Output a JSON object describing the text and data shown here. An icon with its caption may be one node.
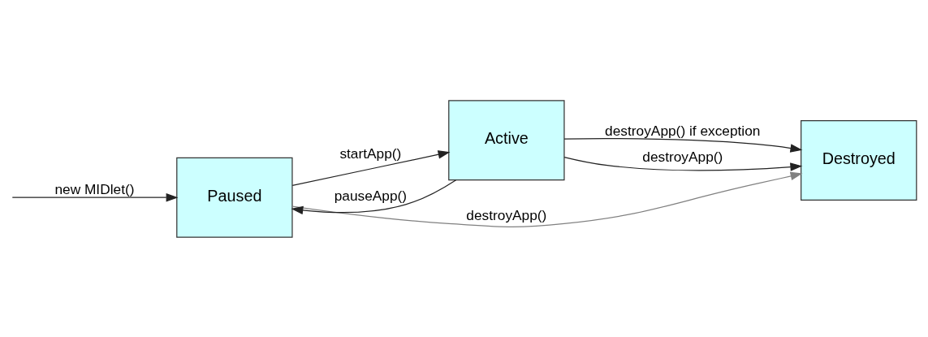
{
  "diagram": {
    "nodes": [
      {
        "text": [
          "Paused"
        ]
      },
      {
        "text": [
          "Active"
        ]
      },
      {
        "text": [
          "Destroyed"
        ]
      }
    ],
    "edges": [
      {
        "from": null,
        "to": 0,
        "arrow": "to",
        "label": "new MIDlet()"
      },
      {
        "from": 0,
        "to": 1,
        "arrow": "to",
        "label": "startApp()"
      },
      {
        "from": 1,
        "to": 2,
        "arrow": "to",
        "label": "destroyApp() if exception"
      },
      {
        "from": 1,
        "to": 2,
        "arrow": "to",
        "label": "destroyApp()"
      },
      {
        "from": 1,
        "to": 0,
        "arrow": "to",
        "label": "pauseApp()"
      },
      {
        "from": 0,
        "to": 2,
        "arrow": "to",
        "label": "destroyApp()",
        "color": "#808080"
      }
    ]
  }
}
